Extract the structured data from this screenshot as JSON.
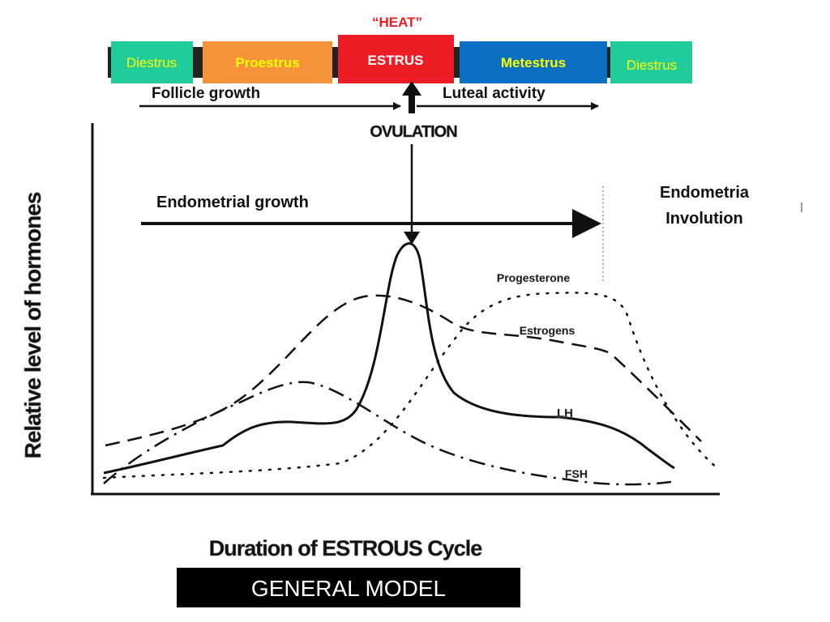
{
  "heat_label": "“HEAT”",
  "phases": [
    {
      "label": "Diestrus",
      "fill": "#1fcc9a",
      "text_color": "#ffff00"
    },
    {
      "label": "Proestrus",
      "fill": "#f5923a",
      "text_color": "#ffff00"
    },
    {
      "label": "ESTRUS",
      "fill": "#ee1c24",
      "text_color": "#ffffff"
    },
    {
      "label": "Metestrus",
      "fill": "#0b6fc4",
      "text_color": "#ffff00"
    },
    {
      "label": "Diestrus",
      "fill": "#1fcc9a",
      "text_color": "#ffff00"
    }
  ],
  "heat_color": "#ee1c24",
  "follicle_growth": "Follicle growth",
  "luteal_activity": "Luteal activity",
  "ovulation": "OVULATION",
  "endometrial_growth": "Endometrial growth",
  "endometria_involution_line1": "Endometria",
  "endometria_involution_line2": "Involution",
  "y_axis_label": "Relative level of hormones",
  "x_axis_label": "Duration of ESTROUS Cycle",
  "model_label": "GENERAL MODEL",
  "curves": [
    {
      "name": "Progesterone",
      "style": "dotted"
    },
    {
      "name": "Estrogens",
      "style": "dashed"
    },
    {
      "name": "LH",
      "style": "solid"
    },
    {
      "name": "FSH",
      "style": "dash-dot"
    }
  ]
}
